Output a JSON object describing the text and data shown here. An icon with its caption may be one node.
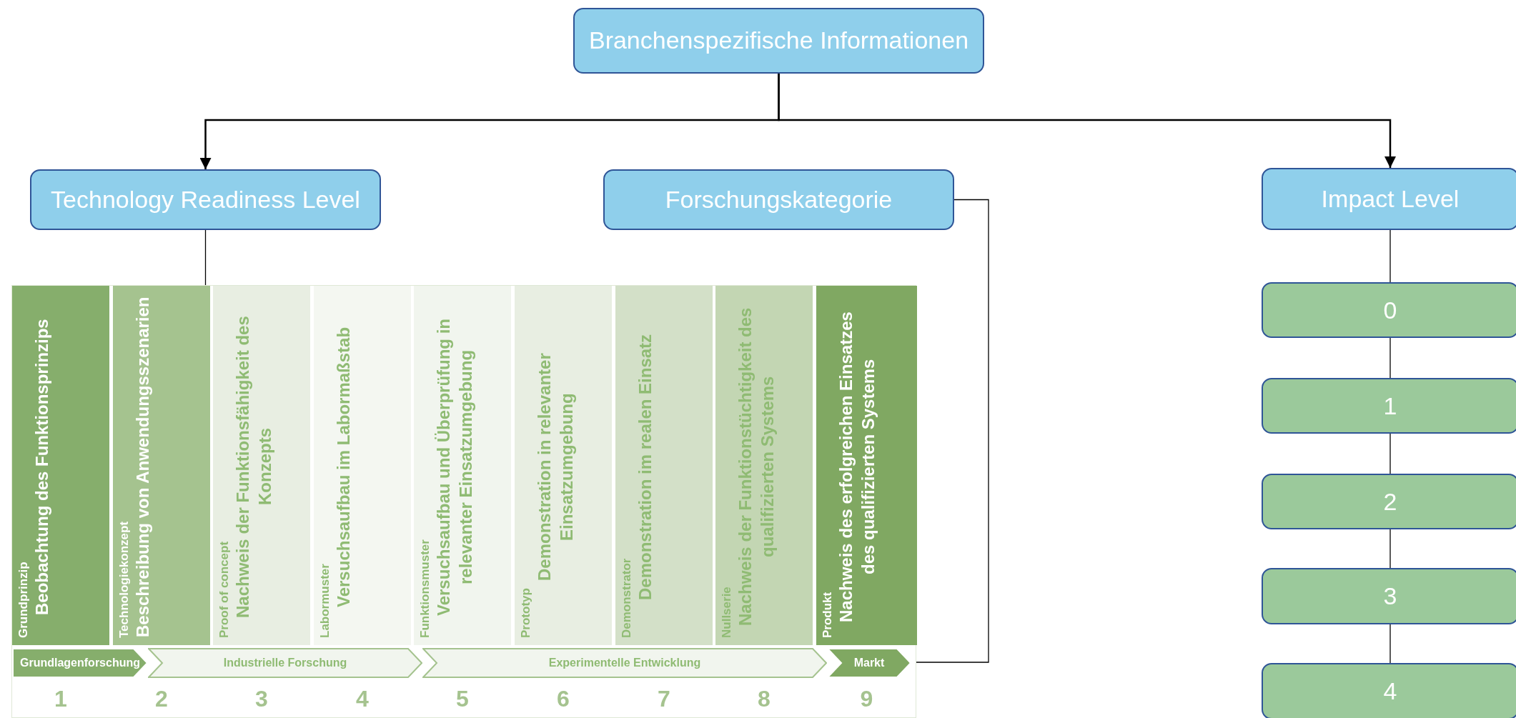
{
  "diagram": {
    "nodes": [
      {
        "text": [
          "Branchenspezifische Informationen"
        ]
      },
      {
        "text": [
          "Technology Readiness Level"
        ]
      },
      {
        "text": [
          "Forschungskategorie"
        ]
      },
      {
        "text": [
          "Impact Level"
        ]
      },
      {
        "text": [],
        "shape": "box"
      },
      {
        "text": [
          "Grundprinzip",
          "Beobachtung des Funktionsprinzips"
        ],
        "in": 4
      },
      {
        "text": [
          "Technologiekonzept",
          "Beschreibung von Anwendungsszenarien"
        ],
        "in": 4
      },
      {
        "text": [
          "Proof of concept",
          "Nachweis der Funktionsfähigkeit des Konzepts"
        ],
        "in": 4
      },
      {
        "text": [
          "Labormuster",
          "Versuchsaufbau im Labormaßstab"
        ],
        "in": 4
      },
      {
        "text": [
          "Funktionsmuster",
          "Versuchsaufbau und Überprüfung in relevanter Einsatzumgebung"
        ],
        "in": 4
      },
      {
        "text": [
          "Prototyp",
          "Demonstration in relevanter Einsatzumgebung"
        ],
        "in": 4
      },
      {
        "text": [
          "Demonstrator",
          "Demonstration im realen Einsatz"
        ],
        "in": 4
      },
      {
        "text": [
          "Nullserie",
          "Nachweis der Funktionstüchtigkeit des qualifizierten Systems"
        ],
        "in": 4
      },
      {
        "text": [
          "Produkt",
          "Nachweis des erfolgreichen Einsatzes des qualifizierten Systems"
        ],
        "in": 4
      },
      {
        "text": [
          "Grundlagenforschung"
        ],
        "in": 4
      },
      {
        "text": [
          "Industrielle Forschung"
        ],
        "in": 4
      },
      {
        "text": [
          "Experimentelle Entwicklung"
        ],
        "in": 4
      },
      {
        "text": [
          "Markt"
        ],
        "in": 4
      },
      {
        "text": [
          "0"
        ]
      },
      {
        "text": [
          "1"
        ]
      },
      {
        "text": [
          "2"
        ]
      },
      {
        "text": [
          "3"
        ]
      },
      {
        "text": [
          "4"
        ]
      }
    ],
    "edges": [
      {
        "from": 0,
        "to": 1,
        "arrow": "to"
      },
      {
        "from": 0,
        "to": 3,
        "arrow": "to"
      },
      {
        "from": 1,
        "to": 4,
        "arrow": "none"
      },
      {
        "from": 2,
        "to": 17,
        "arrow": "none"
      },
      {
        "from": 3,
        "to": 18,
        "arrow": "none"
      },
      {
        "from": 18,
        "to": 19,
        "arrow": "none"
      },
      {
        "from": 19,
        "to": 20,
        "arrow": "none"
      },
      {
        "from": 20,
        "to": 21,
        "arrow": "none"
      },
      {
        "from": 21,
        "to": 22,
        "arrow": "none"
      }
    ],
    "labels": [
      "1",
      "2",
      "3",
      "4",
      "5",
      "6",
      "7",
      "8",
      "9"
    ]
  }
}
